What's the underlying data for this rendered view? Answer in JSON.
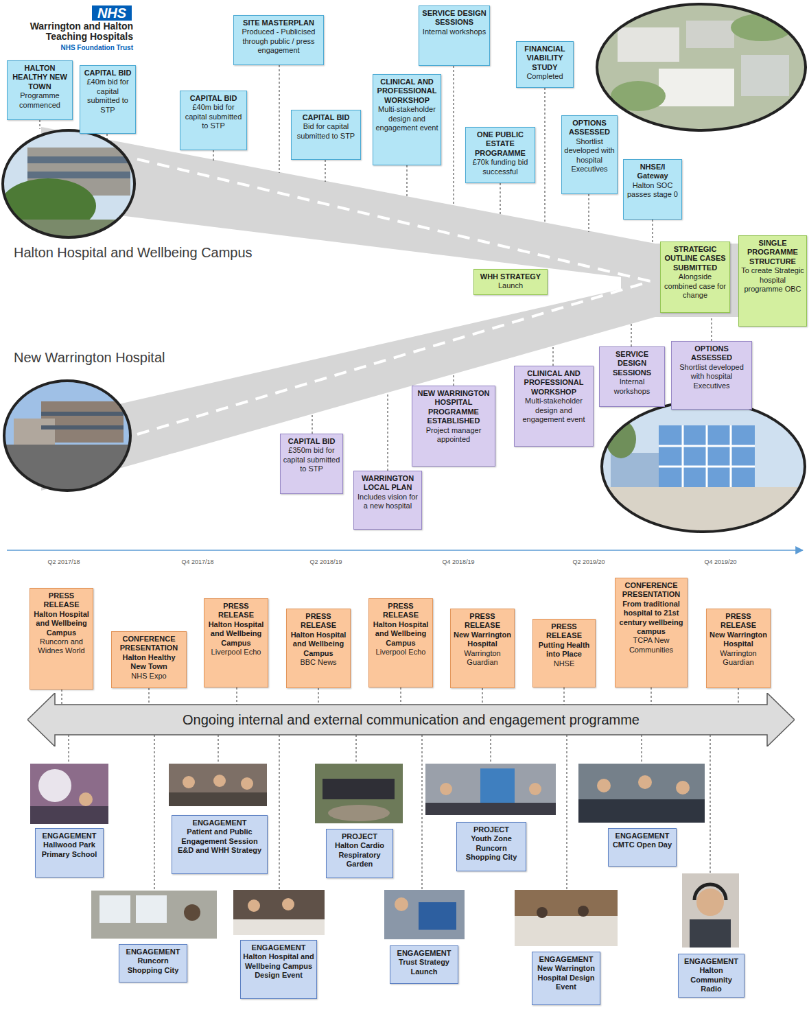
{
  "diagram": {
    "nodes": [
      {
        "text": [
          "NHS"
        ]
      },
      {
        "text": [
          "HALTON HEALTHY NEW TOWN",
          "Programme commenced"
        ]
      },
      {
        "text": [
          "CAPITAL BID",
          "£40m bid for capital submitted to STP"
        ]
      },
      {
        "text": [
          "CAPITAL BID",
          "£40m bid for capital submitted to STP"
        ]
      },
      {
        "text": [
          "SITE MASTERPLAN",
          "Produced - Publicised through public / press engagement"
        ]
      },
      {
        "text": [
          "CAPITAL BID",
          "Bid for capital submitted to STP"
        ]
      },
      {
        "text": [
          "CLINICAL AND PROFESSIONAL WORKSHOP",
          "Multi-stakeholder design and engagement event"
        ]
      },
      {
        "text": [
          "SERVICE DESIGN SESSIONS",
          "Internal workshops"
        ]
      },
      {
        "text": [
          "FINANCIAL VIABILITY STUDY",
          "Completed"
        ]
      },
      {
        "text": [
          "ONE PUBLIC ESTATE PROGRAMME",
          "£70k funding bid successful"
        ]
      },
      {
        "text": [
          "OPTIONS ASSESSED",
          "Shortlist developed with hospital Executives"
        ]
      },
      {
        "text": [
          "NHSE/I Gateway",
          "Halton SOC passes stage 0"
        ]
      },
      {
        "text": [
          "WHH STRATEGY",
          "Launch"
        ]
      },
      {
        "text": [
          "STRATEGIC OUTLINE CASES SUBMITTED",
          "Alongside combined case for change"
        ]
      },
      {
        "text": [
          "SINGLE PROGRAMME STRUCTURE",
          "To create Strategic hospital programme OBC"
        ]
      },
      {
        "text": [
          "CAPITAL BID",
          "£350m bid for capital submitted to STP"
        ]
      },
      {
        "text": [
          "WARRINGTON LOCAL PLAN",
          "Includes vision for a new hospital"
        ]
      },
      {
        "text": [
          "NEW WARRINGTON HOSPITAL PROGRAMME ESTABLISHED",
          "Project manager appointed"
        ]
      },
      {
        "text": [
          "CLINICAL AND PROFESSIONAL WORKSHOP",
          "Multi-stakeholder design and engagement event"
        ]
      },
      {
        "text": [
          "SERVICE DESIGN SESSIONS",
          "Internal workshops"
        ]
      },
      {
        "text": [
          "OPTIONS ASSESSED",
          "Shortlist developed with hospital Executives"
        ]
      },
      {
        "text": [
          "PRESS RELEASE",
          "Halton Hospital and Wellbeing Campus",
          "Runcorn and Widnes World"
        ]
      },
      {
        "text": [
          "CONFERENCE PRESENTATION",
          "Halton Healthy New Town",
          "NHS Expo"
        ]
      },
      {
        "text": [
          "PRESS RELEASE",
          "Halton Hospital and Wellbeing Campus",
          "Liverpool Echo"
        ]
      },
      {
        "text": [
          "PRESS RELEASE",
          "Halton Hospital and Wellbeing Campus",
          "BBC News"
        ]
      },
      {
        "text": [
          "PRESS RELEASE",
          "Halton Hospital and Wellbeing Campus",
          "Liverpool Echo"
        ]
      },
      {
        "text": [
          "PRESS RELEASE",
          "New Warrington Hospital",
          "Warrington Guardian"
        ]
      },
      {
        "text": [
          "PRESS RELEASE",
          "Putting Health into Place",
          "NHSE"
        ]
      },
      {
        "text": [
          "CONFERENCE PRESENTATION",
          "From traditional hospital to 21st century wellbeing campus",
          "TCPA New Communities"
        ]
      },
      {
        "text": [
          "PRESS RELEASE",
          "New Warrington Hospital",
          "Warrington Guardian"
        ]
      },
      {
        "text": [
          "Ongoing internal and external communication and engagement programme"
        ]
      },
      {
        "text": [
          "ENGAGEMENT",
          "Hallwood Park Primary School"
        ]
      },
      {
        "text": [
          "ENGAGEMENT",
          "Patient and Public Engagement Session E&D and WHH Strategy"
        ]
      },
      {
        "text": [
          "PROJECT",
          "Halton Cardio Respiratory Garden"
        ]
      },
      {
        "text": [
          "PROJECT",
          "Youth Zone Runcorn Shopping City"
        ]
      },
      {
        "text": [
          "ENGAGEMENT",
          "CMTC Open Day"
        ]
      },
      {
        "text": [
          "ENGAGEMENT",
          "Runcorn Shopping City"
        ]
      },
      {
        "text": [
          "ENGAGEMENT",
          "Halton Hospital and Wellbeing Campus Design Event"
        ]
      },
      {
        "text": [
          "ENGAGEMENT",
          "Trust Strategy Launch"
        ]
      },
      {
        "text": [
          "ENGAGEMENT",
          "New Warrington Hospital Design Event"
        ]
      },
      {
        "text": [
          "ENGAGEMENT",
          "Halton Community Radio"
        ]
      }
    ],
    "labels": [
      "Warrington and Halton Teaching Hospitals",
      "NHS Foundation Trust",
      "Halton Hospital and Wellbeing Campus",
      "New Warrington Hospital",
      "Q2 2017/18",
      "Q4 2017/18",
      "Q2 2018/19",
      "Q4 2018/19",
      "Q2 2019/20",
      "Q4 2019/20"
    ]
  }
}
